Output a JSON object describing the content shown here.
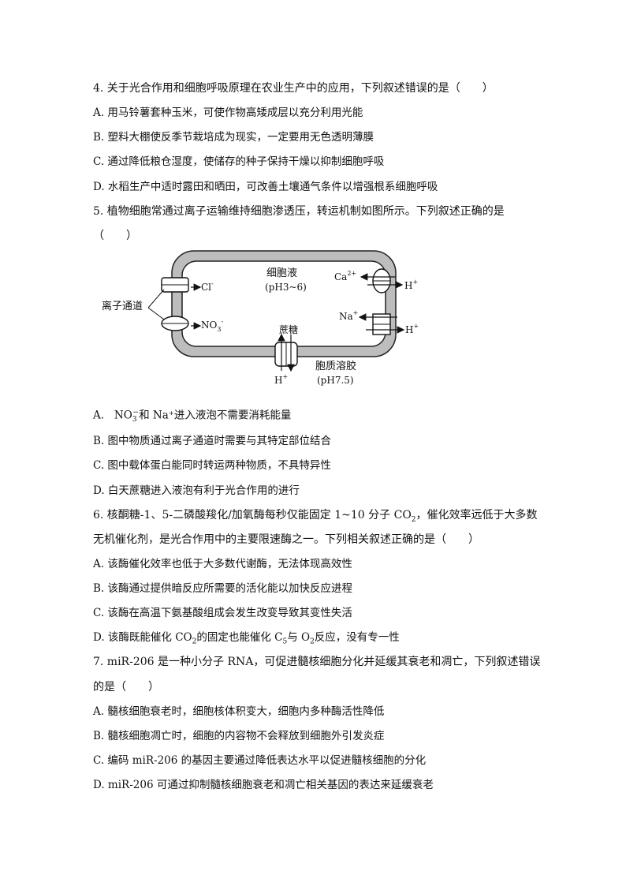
{
  "q4": {
    "stem": "4. 关于光合作用和细胞呼吸原理在农业生产中的应用，下列叙述错误的是（　　）",
    "a": "A.  用马铃薯套种玉米，可使作物高矮成层以充分利用光能",
    "b": "B.  塑料大棚使反季节栽培成为现实，一定要用无色透明薄膜",
    "c": "C.  通过降低粮仓湿度，使储存的种子保持干燥以抑制细胞呼吸",
    "d": "D.  水稻生产中适时露田和晒田，可改善土壤通气条件以增强根系细胞呼吸"
  },
  "q5": {
    "stem": "5. 植物细胞常通过离子运输维持细胞渗透压，转运机制如图所示。下列叙述正确的是",
    "stem2": "（　　）",
    "diagram": {
      "cell_sap": "细胞液",
      "cell_sap_ph": "(pH3~6)",
      "cytosol": "胞质溶胶",
      "cytosol_ph": "(pH7.5)",
      "ion_channel": "离子通道",
      "cl": "Cl",
      "cl_sup": "-",
      "no3": "NO",
      "no3_sub": "3",
      "no3_sup": "-",
      "ca": "Ca",
      "ca_sup": "2+",
      "na": "Na",
      "na_sup": "+",
      "h": "H",
      "h_sup": "+",
      "sucrose": "蔗糖"
    },
    "a_pre": "A.",
    "a_no": "NO",
    "a_sub": "3",
    "a_sup": "−",
    "a_rest": "和 Na⁺进入液泡不需要消耗能量",
    "b": "B.  图中物质通过离子通道时需要与其特定部位结合",
    "c": "C.  图中载体蛋白能同时转运两种物质，不具特异性",
    "d": "D.  白天蔗糖进入液泡有利于光合作用的进行"
  },
  "q6": {
    "stem1_a": "6. 核酮糖-1、5-二磷酸羧化/加氧酶每秒仅能固定 1~10 分子 CO",
    "stem1_sub": "2",
    "stem1_b": "，催化效率远低于大多数",
    "stem2": "无机催化剂，是光合作用中的主要限速酶之一。下列相关叙述正确的是（　　）",
    "a": "A.  该酶催化效率也低于大多数代谢酶，无法体现高效性",
    "b": "B.  该酶通过提供暗反应所需要的活化能以加快反应进程",
    "c": "C.  该酶在高温下氨基酸组成会发生改变导致其变性失活",
    "d_a": "D.  该酶既能催化 CO",
    "d_sub1": "2",
    "d_b": "的固定也能催化 C",
    "d_sub2": "5",
    "d_c": "与 O",
    "d_sub3": "2",
    "d_d": "反应，没有专一性"
  },
  "q7": {
    "stem": "7. miR-206 是一种小分子 RNA，可促进髓核细胞分化并延缓其衰老和凋亡，下列叙述错误",
    "stem2": "的是（　　）",
    "a": "A.  髓核细胞衰老时，细胞核体积变大，细胞内多种酶活性降低",
    "b": "B.  髓核细胞凋亡时，细胞的内容物不会释放到细胞外引发炎症",
    "c": "C.  编码 miR-206 的基因主要通过降低表达水平以促进髓核细胞的分化",
    "d": "D. miR-206 可通过抑制髓核细胞衰老和凋亡相关基因的表达来延缓衰老"
  }
}
